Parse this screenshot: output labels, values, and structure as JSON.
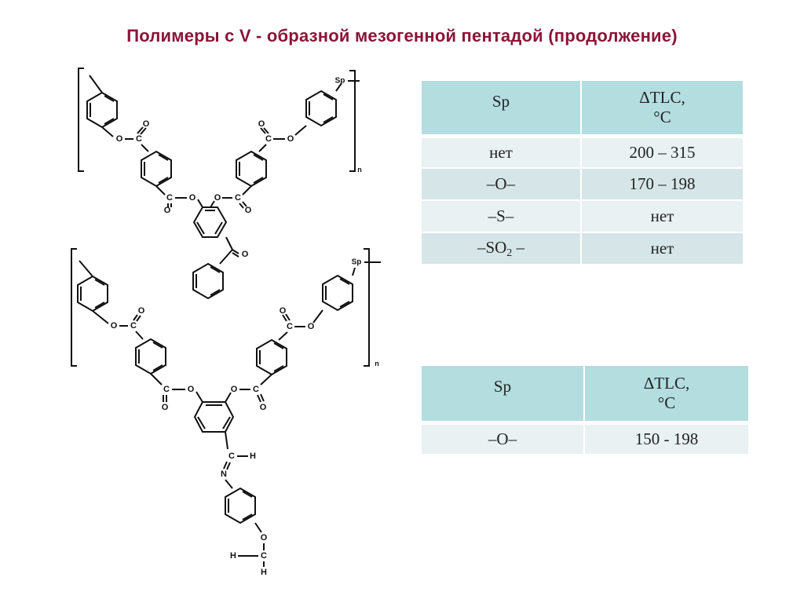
{
  "title": "Полимеры с V - образной мезогенной пентадой (продолжение)",
  "structure_labels": {
    "oxygen": "O",
    "carbon": "C",
    "nitrogen": "N",
    "hydrogen": "H",
    "spacer": "Sp",
    "repeat_n": "n"
  },
  "table1": {
    "headers": {
      "sp": "Sp",
      "tlc_line1": "ΔTLC,",
      "tlc_line2": "°C"
    },
    "rows": [
      {
        "sp": "нет",
        "tlc": "200 – 315"
      },
      {
        "sp": "–O–",
        "tlc": "170 – 198"
      },
      {
        "sp": "–S–",
        "tlc": "нет"
      },
      {
        "sp_main": "–SO",
        "sp_sub": "2",
        "sp_tail": " –",
        "tlc": "нет"
      }
    ]
  },
  "table2": {
    "headers": {
      "sp": "Sp",
      "tlc_line1": "ΔTLC,",
      "tlc_line2": "°C"
    },
    "rows": [
      {
        "sp": "–O–",
        "tlc": "150 - 198"
      }
    ]
  }
}
